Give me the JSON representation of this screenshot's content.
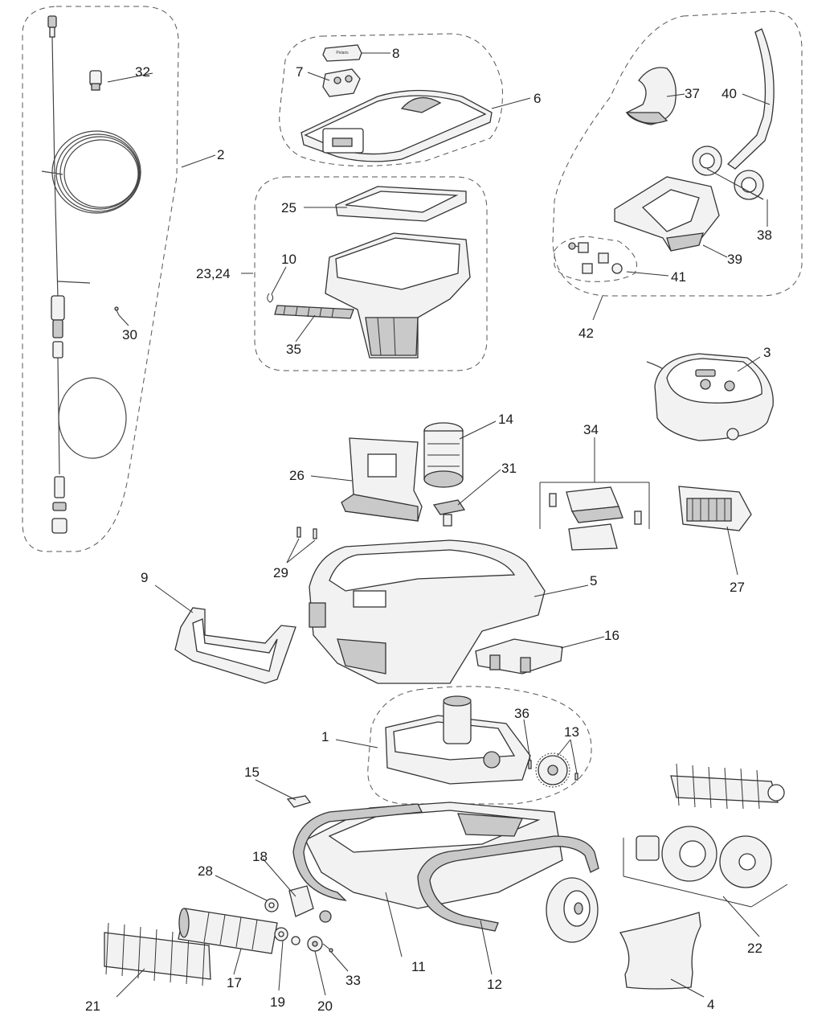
{
  "callouts": {
    "c1": "1",
    "c2": "2",
    "c3": "3",
    "c4": "4",
    "c5": "5",
    "c6": "6",
    "c7": "7",
    "c8": "8",
    "c9": "9",
    "c10": "10",
    "c11": "11",
    "c12": "12",
    "c13": "13",
    "c14": "14",
    "c15": "15",
    "c16": "16",
    "c17": "17",
    "c18": "18",
    "c19": "19",
    "c20": "20",
    "c21": "21",
    "c22": "22",
    "c23_24": "23,24",
    "c25": "25",
    "c26": "26",
    "c27": "27",
    "c28": "28",
    "c29": "29",
    "c30": "30",
    "c31": "31",
    "c32": "32",
    "c33": "33",
    "c34": "34",
    "c35": "35",
    "c36": "36",
    "c37": "37",
    "c38": "38",
    "c39": "39",
    "c40": "40",
    "c41": "41",
    "c42": "42"
  },
  "logo_text": "Polaris"
}
